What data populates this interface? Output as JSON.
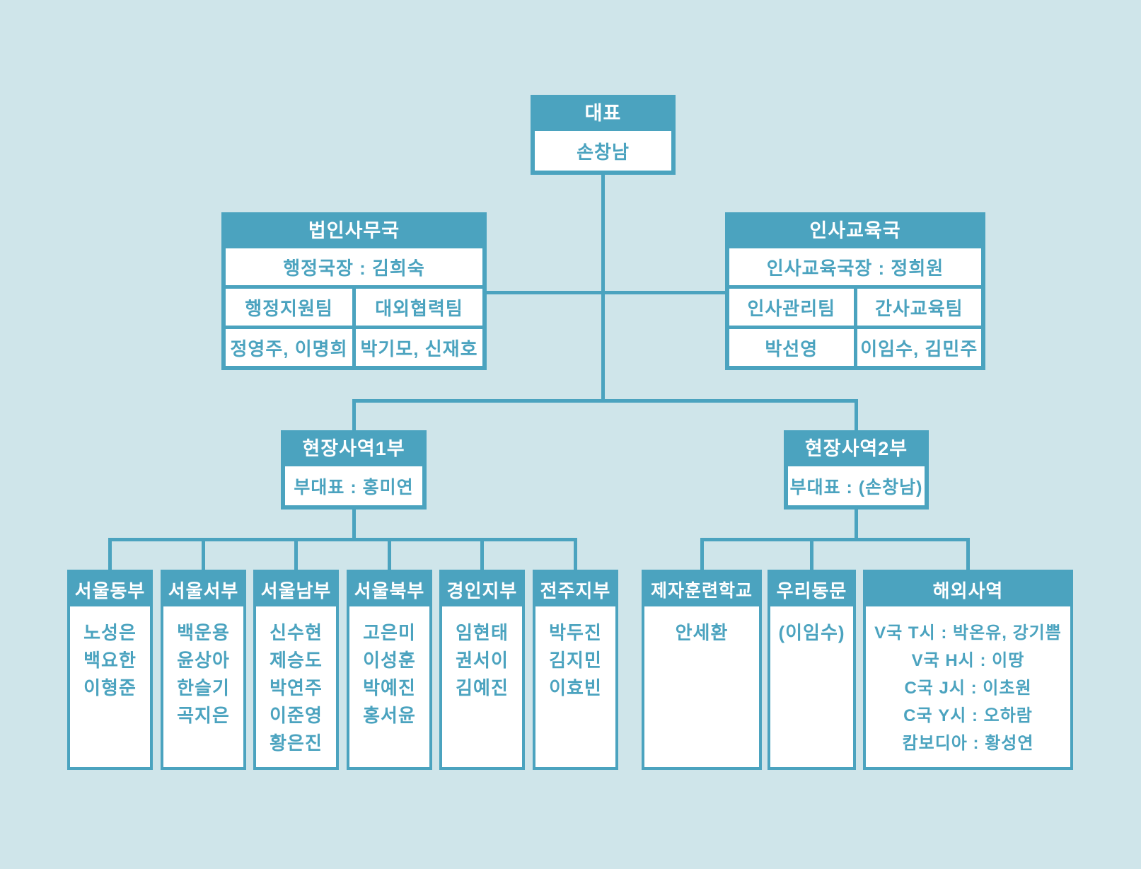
{
  "palette": {
    "accent_teal": "#4BA3BF",
    "background": "#CFE5EA",
    "cell_white": "#FFFFFF"
  },
  "chart": {
    "ceo": {
      "title": "대표",
      "name": "손창남"
    },
    "departments": [
      {
        "title": "법인사무국",
        "director": "행정국장 : 김희숙",
        "teams": [
          {
            "name": "행정지원팀",
            "members": "정영주, 이명희"
          },
          {
            "name": "대외협력팀",
            "members": "박기모, 신재호"
          }
        ]
      },
      {
        "title": "인사교육국",
        "director": "인사교육국장 : 정희원",
        "teams": [
          {
            "name": "인사관리팀",
            "members": "박선영"
          },
          {
            "name": "간사교육팀",
            "members": "이임수, 김민주"
          }
        ]
      }
    ],
    "divisions": [
      {
        "title": "현장사역1부",
        "deputy": "부대표 : 홍미연"
      },
      {
        "title": "현장사역2부",
        "deputy": "부대표 : (손창남)"
      }
    ],
    "branches": [
      {
        "title": "서울동부",
        "members": [
          "노성은",
          "백요한",
          "이형준"
        ]
      },
      {
        "title": "서울서부",
        "members": [
          "백운용",
          "윤상아",
          "한슬기",
          "곡지은"
        ]
      },
      {
        "title": "서울남부",
        "members": [
          "신수현",
          "제승도",
          "박연주",
          "이준영",
          "황은진"
        ]
      },
      {
        "title": "서울북부",
        "members": [
          "고은미",
          "이성훈",
          "박예진",
          "홍서윤"
        ]
      },
      {
        "title": "경인지부",
        "members": [
          "임현태",
          "권서이",
          "김예진"
        ]
      },
      {
        "title": "전주지부",
        "members": [
          "박두진",
          "김지민",
          "이효빈"
        ]
      },
      {
        "title": "제자훈련학교",
        "members": [
          "안세환"
        ]
      },
      {
        "title": "우리동문",
        "members": [
          "(이임수)"
        ]
      },
      {
        "title": "해외사역",
        "members": [
          "V국 T시 : 박온유, 강기쁨",
          "V국 H시 : 이땅",
          "C국 J시 : 이초원",
          "C국 Y시 : 오하람",
          "캄보디아 : 황성연"
        ]
      }
    ]
  }
}
